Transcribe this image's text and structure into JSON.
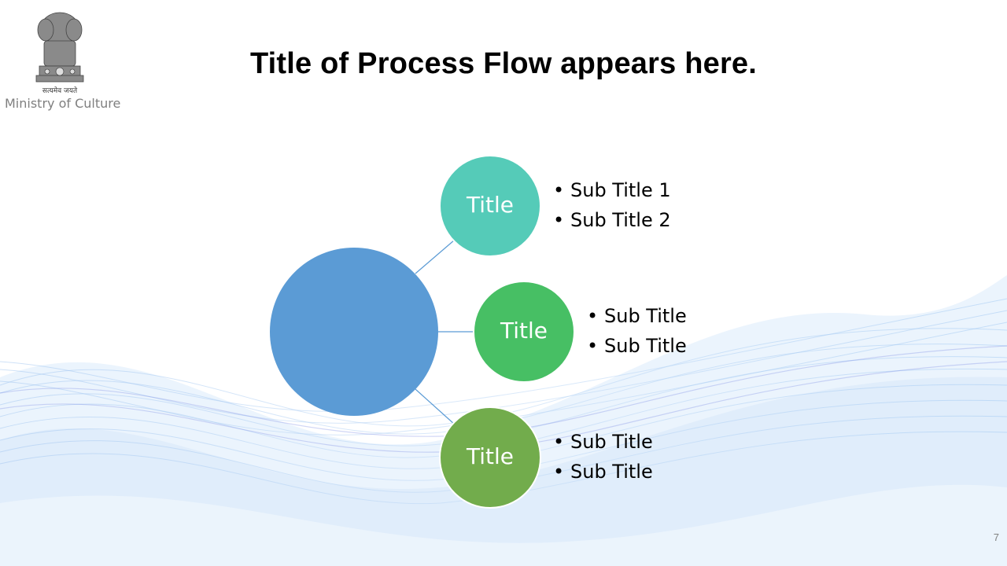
{
  "header": {
    "emblem_motto": "सत्यमेव जयते",
    "ministry": "Ministry of Culture"
  },
  "title": "Title of Process Flow appears here.",
  "diagram": {
    "nodes": [
      {
        "label": "Title",
        "color": "#55cbb8",
        "bullets": [
          "Sub Title 1",
          "Sub Title 2"
        ]
      },
      {
        "label": "Title",
        "color": "#47bf64",
        "bullets": [
          "Sub Title",
          "Sub Title"
        ]
      },
      {
        "label": "Title",
        "color": "#72ac4c",
        "bullets": [
          "Sub Title",
          "Sub Title"
        ]
      }
    ],
    "hub_color": "#5b9bd5",
    "connector_color": "#5b9bd5"
  },
  "page_number": "7"
}
